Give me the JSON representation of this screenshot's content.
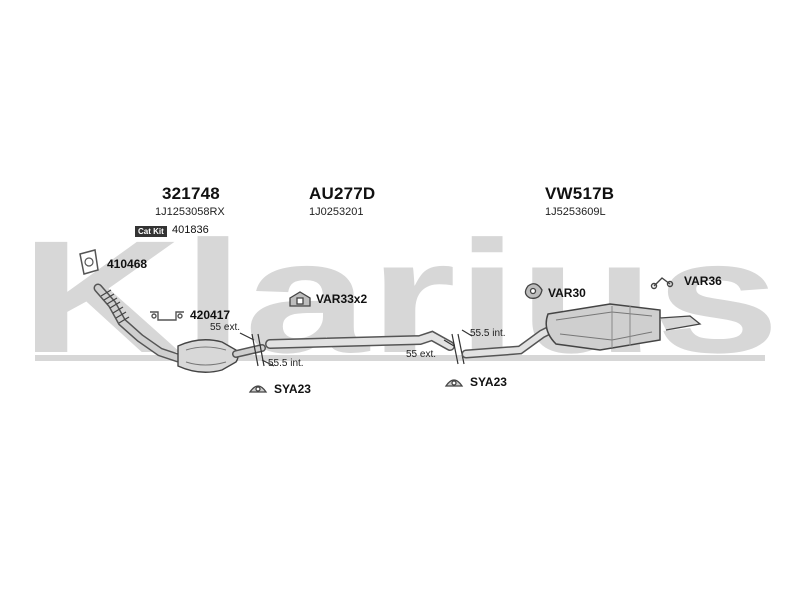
{
  "watermark": "Klarius",
  "colors": {
    "watermark": "#d7d7d7",
    "stroke": "#555555",
    "fill": "#cfcfcf"
  },
  "sections": [
    {
      "part_number": "321748",
      "oe_number": "1J1253058RX"
    },
    {
      "part_number": "AU277D",
      "oe_number": "1J0253201"
    },
    {
      "part_number": "VW517B",
      "oe_number": "1J5253609L"
    }
  ],
  "cat_kit": {
    "label": "Cat Kit",
    "value": "401836"
  },
  "parts": {
    "gasket": "410468",
    "bracket": "420417",
    "clamp_var33": "VAR33x2",
    "clamp_var30": "VAR30",
    "hanger_var36": "VAR36",
    "sya_left": "SYA23",
    "sya_right": "SYA23"
  },
  "dimensions": {
    "left_ext": "55 ext.",
    "left_int": "55.5 int.",
    "right_int": "55.5 int.",
    "right_ext": "55 ext."
  }
}
